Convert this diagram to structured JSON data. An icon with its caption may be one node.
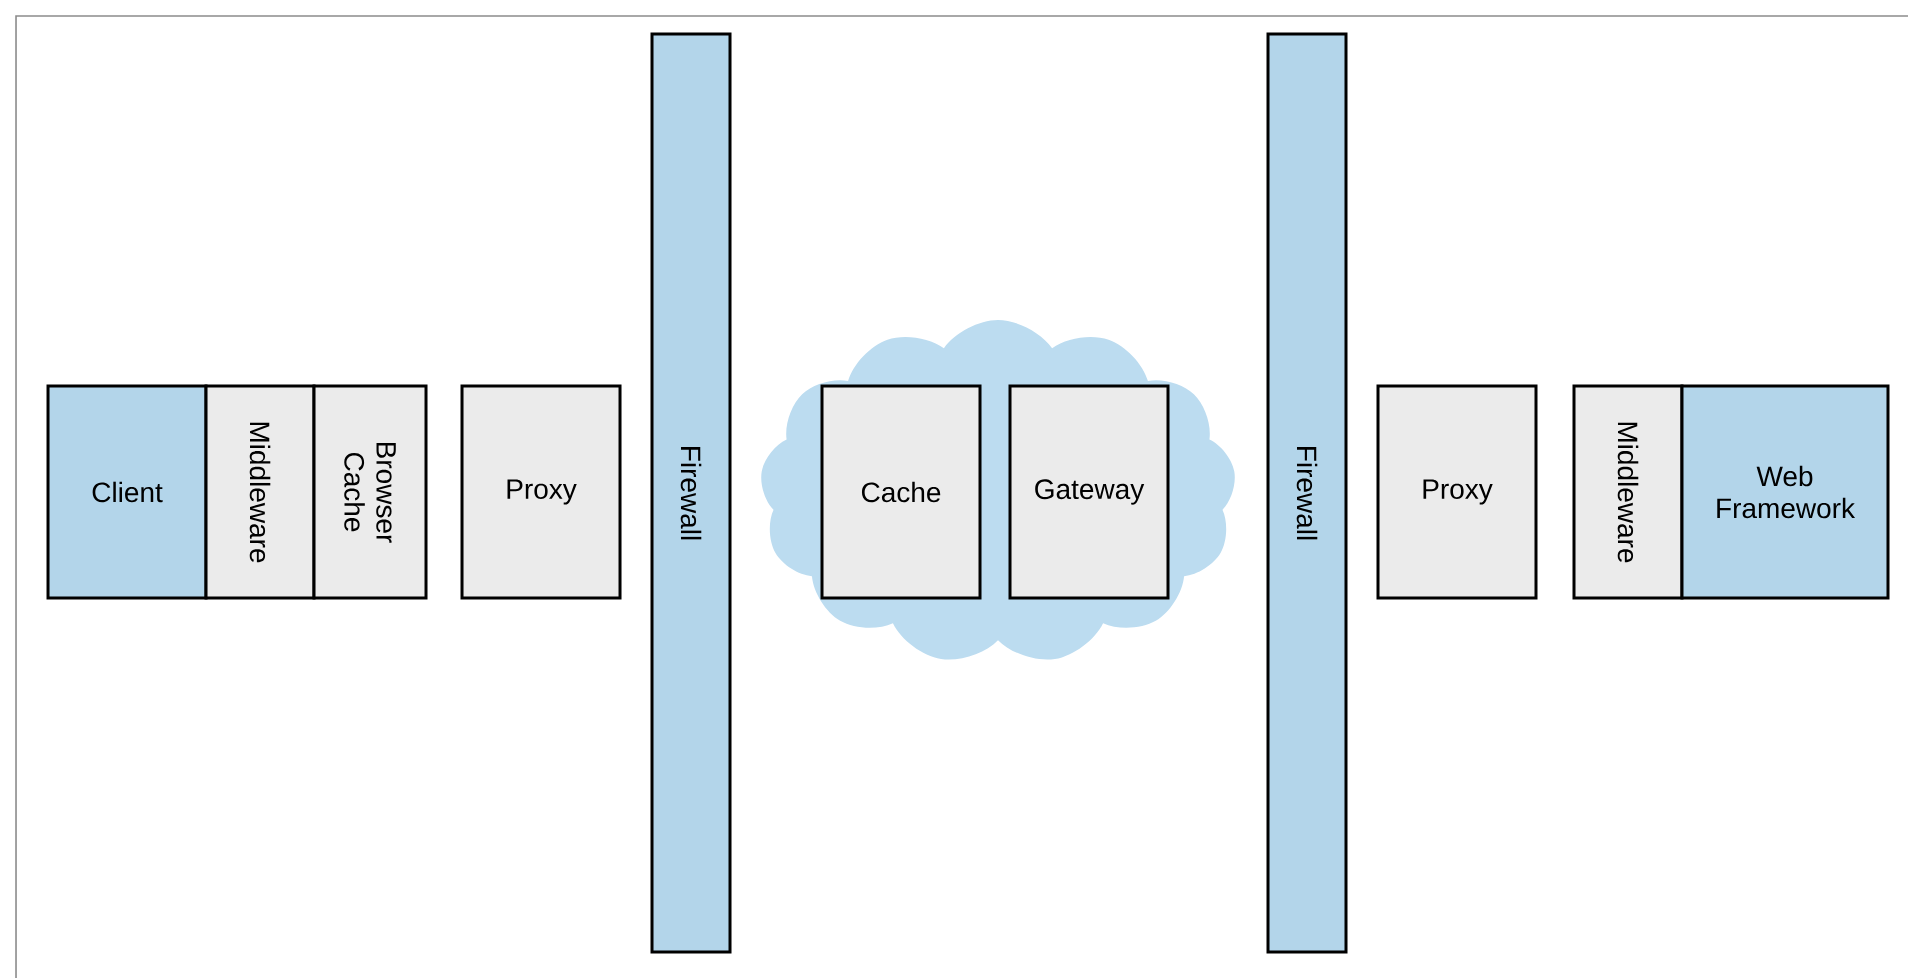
{
  "diagram": {
    "nodes": [
      {
        "text": [
          "Client"
        ]
      },
      {
        "text": [
          "Middleware"
        ]
      },
      {
        "text": [
          "Browser Cache"
        ]
      },
      {
        "text": [
          "Proxy"
        ]
      },
      {
        "text": [
          "Firewall"
        ]
      },
      {
        "text": [],
        "shape": "cloud"
      },
      {
        "text": [
          "Cache"
        ],
        "in": 5
      },
      {
        "text": [
          "Gateway"
        ],
        "in": 5
      },
      {
        "text": [
          "Firewall"
        ]
      },
      {
        "text": [
          "Proxy"
        ]
      },
      {
        "text": [
          "Middleware"
        ]
      },
      {
        "text": [
          "Web Framework"
        ]
      }
    ]
  }
}
